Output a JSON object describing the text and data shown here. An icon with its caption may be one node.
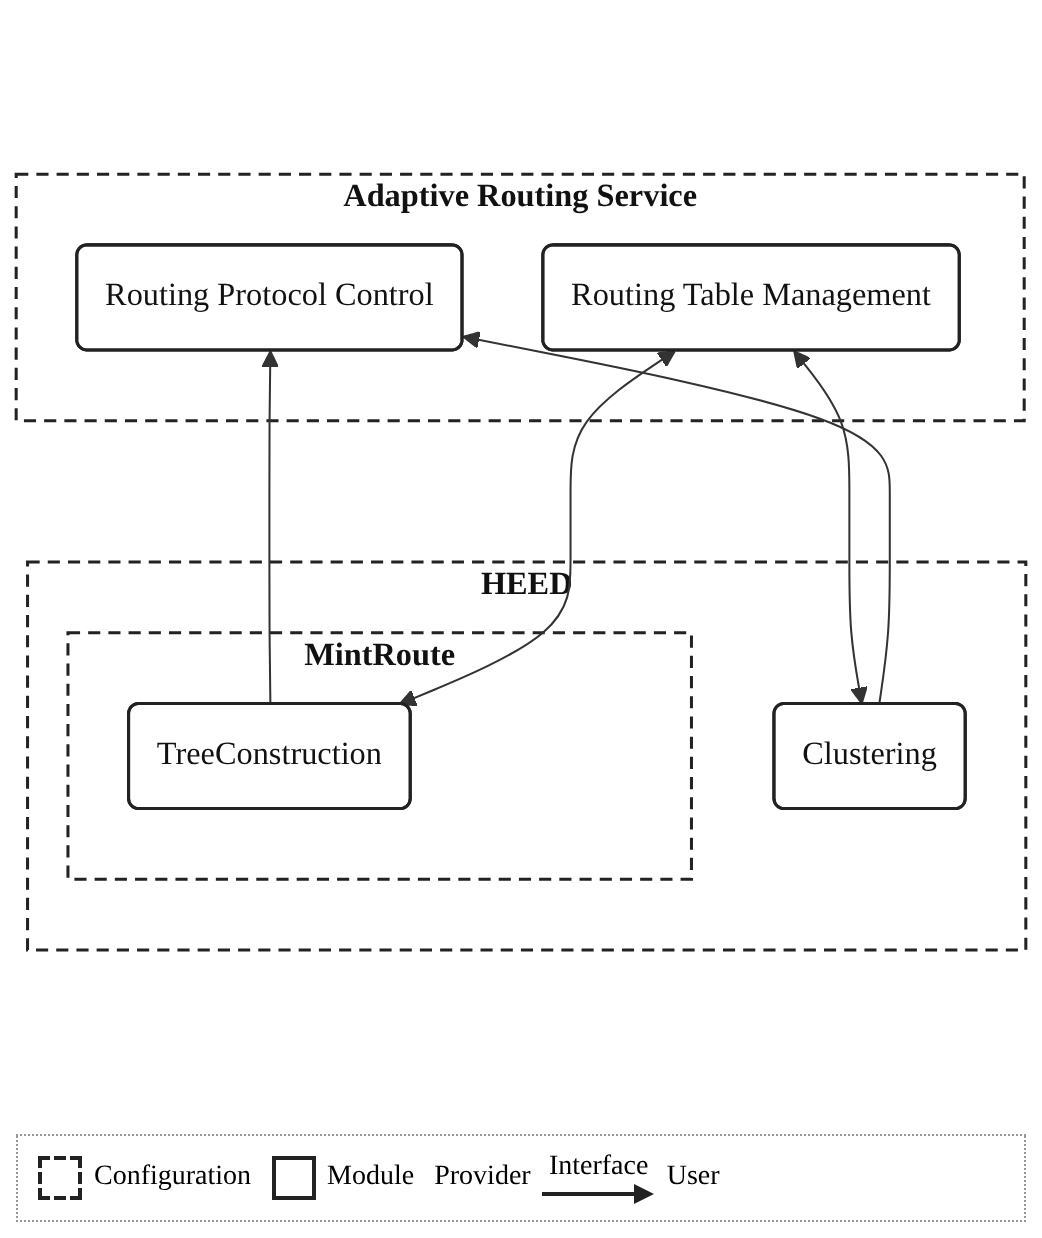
{
  "diagram": {
    "nodes": [
      {
        "text": [
          "Adaptive Routing Service"
        ]
      },
      {
        "text": [
          "Routing Table Management"
        ],
        "in": 0
      },
      {
        "text": [
          "Routing Protocol Control"
        ],
        "in": 0
      },
      {
        "text": [
          "HEED"
        ]
      },
      {
        "text": [
          "Clustering"
        ],
        "in": 3
      },
      {
        "text": [
          "MintRoute"
        ],
        "in": 3
      },
      {
        "text": [
          "TreeConstruction"
        ],
        "in": 5
      }
    ],
    "edges": [
      {
        "from": 4,
        "to": 1,
        "arrow": "both"
      },
      {
        "from": 4,
        "to": 2,
        "arrow": "to"
      },
      {
        "from": 6,
        "to": 2,
        "arrow": "to"
      },
      {
        "from": 6,
        "to": 1,
        "arrow": "both"
      }
    ],
    "labels": [
      "Provider",
      "User"
    ],
    "legend": [
      {
        "text": "Configuration"
      },
      {
        "text": "Module"
      },
      {
        "text": "Interface"
      }
    ]
  }
}
